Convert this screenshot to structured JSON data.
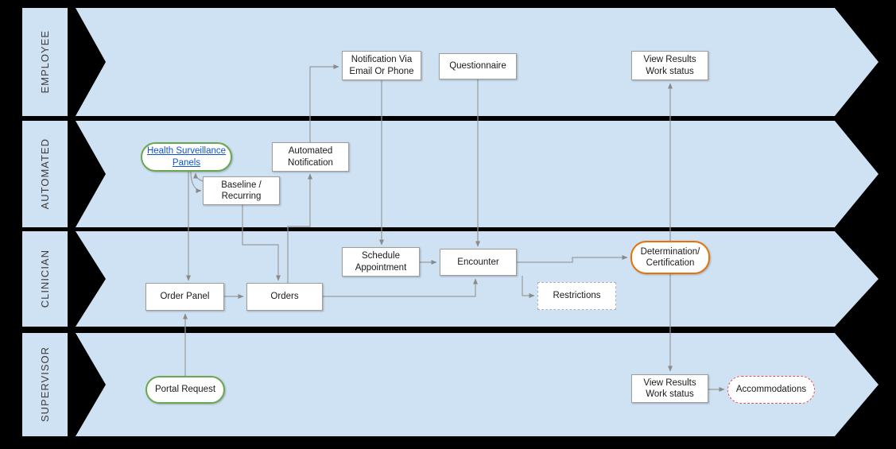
{
  "diagram": {
    "lanes": {
      "employee": "EMPLOYEE",
      "automated": "AUTOMATED",
      "clinician": "CLINICIAN",
      "supervisor": "SUPERVISOR"
    },
    "nodes": {
      "notification_via_email_or_phone": "Notification Via Email Or Phone",
      "questionnaire": "Questionnaire",
      "view_results_work_status_employee": "View Results Work status",
      "health_surveillance_panels": "Health Surveillance Panels",
      "baseline_recurring": "Baseline / Recurring",
      "automated_notification": "Automated Notification",
      "schedule_appointment": "Schedule Appointment",
      "encounter": "Encounter",
      "determination_certification": "Determination/ Certification",
      "restrictions": "Restrictions",
      "order_panel": "Order Panel",
      "orders": "Orders",
      "portal_request": "Portal Request",
      "view_results_work_status_supervisor": "View Results Work status",
      "accommodations": "Accommodations"
    },
    "colors": {
      "background": "#000000",
      "lane_fill": "#cfe2f3",
      "node_fill": "#ffffff",
      "node_border": "#9e9e9e",
      "connector": "#9a9a9a",
      "green_accent": "#6aa84f",
      "orange_accent": "#e8710a",
      "red_dashed_accent": "#d9534f",
      "gray_dashed_accent": "#b0b0b0",
      "link_blue": "#1155cc"
    }
  }
}
